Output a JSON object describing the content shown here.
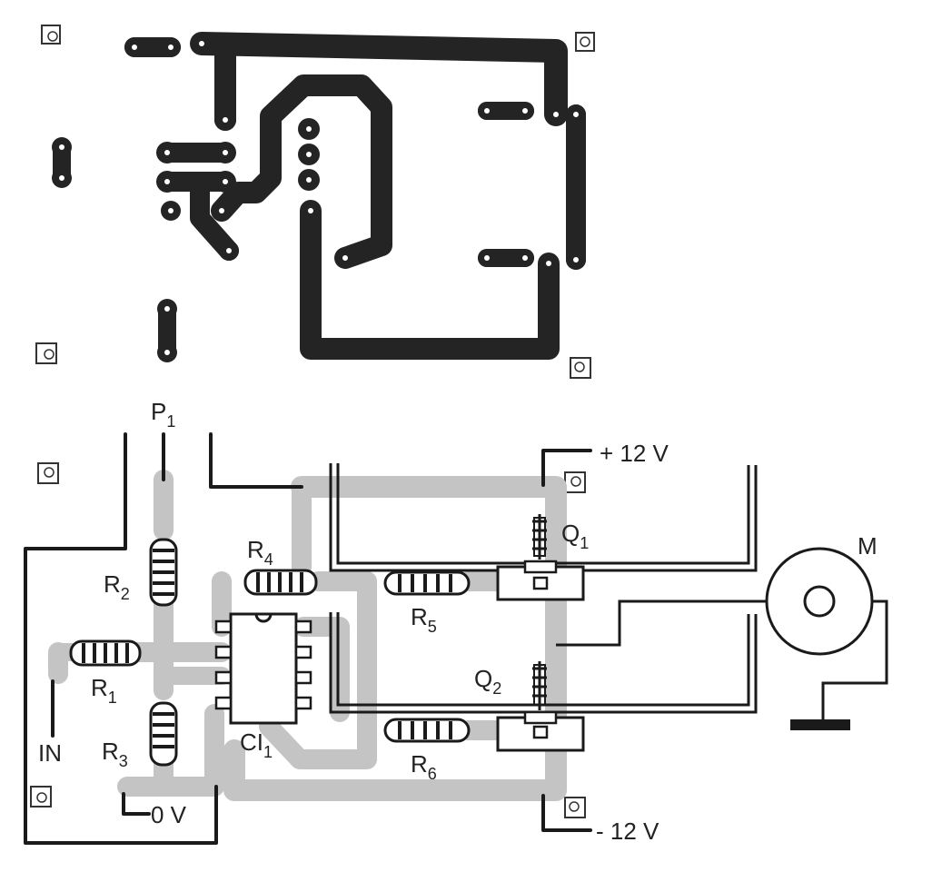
{
  "labels": {
    "p1": "P",
    "p1_sub": "1",
    "r1": "R",
    "r1_sub": "1",
    "r2": "R",
    "r2_sub": "2",
    "r3": "R",
    "r3_sub": "3",
    "r4": "R",
    "r4_sub": "4",
    "r5": "R",
    "r5_sub": "5",
    "r6": "R",
    "r6_sub": "6",
    "q1": "Q",
    "q1_sub": "1",
    "q2": "Q",
    "q2_sub": "2",
    "ci1": "CI",
    "ci1_sub": "1",
    "motor": "M",
    "input": "IN",
    "ground": "0 V",
    "plus12": "+ 12 V",
    "minus12": "- 12 V"
  }
}
